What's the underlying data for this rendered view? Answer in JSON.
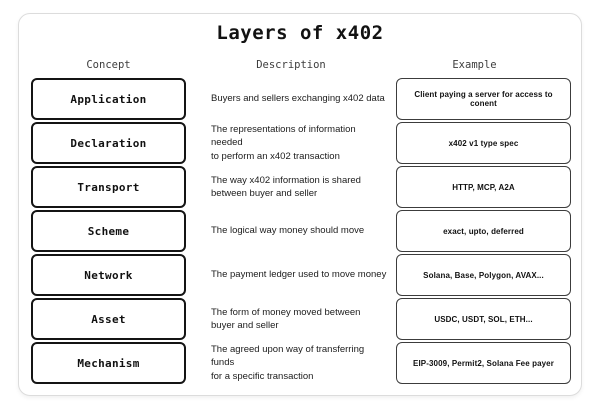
{
  "title": "Layers of x402",
  "columns": {
    "concept": "Concept",
    "description": "Description",
    "example": "Example"
  },
  "rows": [
    {
      "concept": "Application",
      "description": "Buyers and sellers exchanging x402 data",
      "example": "Client paying a server for access to conent"
    },
    {
      "concept": "Declaration",
      "description": "The representations of information needed\nto perform an x402 transaction",
      "example": "x402 v1 type spec"
    },
    {
      "concept": "Transport",
      "description": "The way x402 information is shared\nbetween buyer and seller",
      "example": "HTTP, MCP, A2A"
    },
    {
      "concept": "Scheme",
      "description": "The logical way money should move",
      "example": "exact, upto, deferred"
    },
    {
      "concept": "Network",
      "description": "The payment ledger used to move money",
      "example": "Solana, Base, Polygon, AVAX..."
    },
    {
      "concept": "Asset",
      "description": "The form of money moved between\nbuyer and seller",
      "example": "USDC, USDT, SOL, ETH..."
    },
    {
      "concept": "Mechanism",
      "description": "The agreed upon way of transferring funds\nfor a specific transaction",
      "example": "EIP-3009, Permit2, Solana Fee payer"
    }
  ],
  "colors": {
    "card_border": "#dcdcdc",
    "concept_border": "#141414",
    "example_border": "#3c3c3c",
    "header_text": "#3d3d3d",
    "body_text": "#1c1c1c"
  }
}
